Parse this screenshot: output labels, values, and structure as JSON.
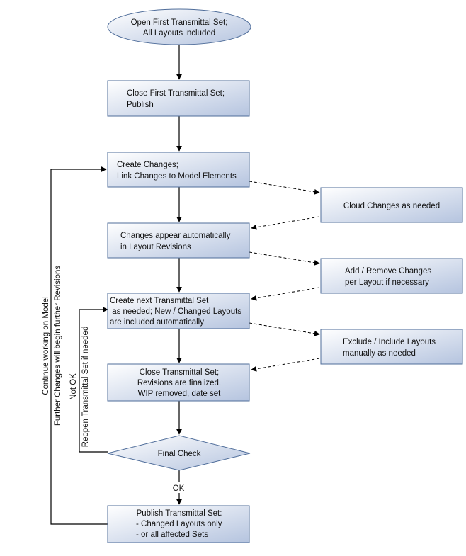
{
  "colors": {
    "box_light": "#ffffff",
    "box_dark": "#b5c4df",
    "border": "#4f6d9a",
    "line": "#000000"
  },
  "nodes": {
    "open_first": [
      "Open First Transmittal Set;",
      "All Layouts included"
    ],
    "close_first": [
      "Close First Transmittal Set;",
      "Publish"
    ],
    "create_changes": [
      "Create Changes;",
      "Link Changes to Model Elements"
    ],
    "changes_appear": [
      "Changes appear automatically",
      "in Layout Revisions"
    ],
    "create_next": [
      "Create next Transmittal Set",
      " as needed; New / Changed Layouts",
      "are included automatically"
    ],
    "close_set": [
      "Close Transmittal Set;",
      "Revisions are finalized,",
      "WIP removed, date set"
    ],
    "final_check": [
      "Final Check"
    ],
    "publish_set": [
      "Publish Transmittal Set:",
      "- Changed Layouts only",
      "- or all affected Sets"
    ],
    "cloud_changes": [
      "Cloud Changes as needed"
    ],
    "add_remove": [
      "Add / Remove Changes",
      "per Layout if necessary"
    ],
    "exclude_include": [
      "Exclude / Include Layouts",
      "manually as needed"
    ]
  },
  "labels": {
    "ok": "OK",
    "not_ok": [
      "Not OK",
      "Reopen Transmittal Set if needed"
    ],
    "continue": [
      "Continue working on Model",
      "Further Changes will begin further Revisions"
    ]
  }
}
